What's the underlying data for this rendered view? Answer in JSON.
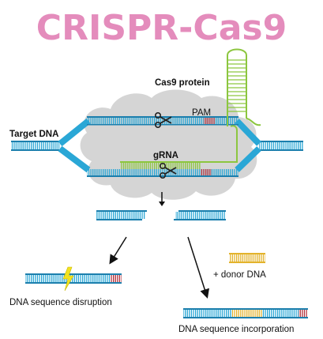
{
  "title": "CRISPR-Cas9",
  "labels": {
    "cas9_protein": "Cas9 protein",
    "pam": "PAM",
    "target_dna": "Target DNA",
    "grna": "gRNA",
    "donor_dna": "+ donor DNA",
    "disruption": "DNA sequence disruption",
    "incorporation": "DNA sequence incorporation"
  },
  "colors": {
    "title": "#e48cbc",
    "dna_blue": "#2aa7d6",
    "dna_blue_dark": "#1c7fad",
    "grna_green": "#8cc63f",
    "pam_red": "#b3303a",
    "donor_yellow": "#e3b32c",
    "cas9_grey": "#cfcfcf",
    "disruption_yellow": "#f2e21f"
  },
  "icons": [
    "scissors-icon",
    "scissors-icon",
    "arrow-down-icon",
    "arrow-icon",
    "arrow-icon",
    "lightning-bolt-icon"
  ]
}
